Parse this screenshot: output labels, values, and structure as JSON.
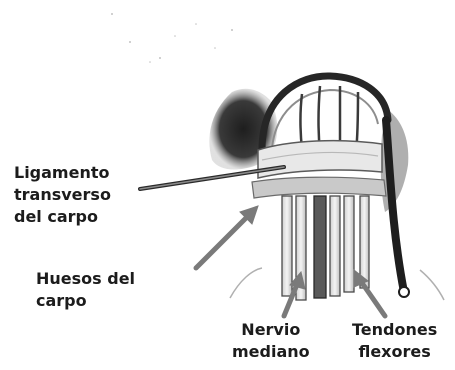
{
  "labels": {
    "ligamento": [
      "Ligamento",
      "transverso",
      "del carpo"
    ],
    "huesos": [
      "Huesos del",
      "carpo"
    ],
    "nervio": [
      "Nervio",
      "mediano"
    ],
    "tendones": [
      "Tendones",
      "flexores"
    ]
  },
  "colors": {
    "text": "#1c1c1c",
    "arrow": "#7a7a7a",
    "tissue_dark": "#2b2b2b",
    "tissue_light": "#d9d9d9"
  }
}
